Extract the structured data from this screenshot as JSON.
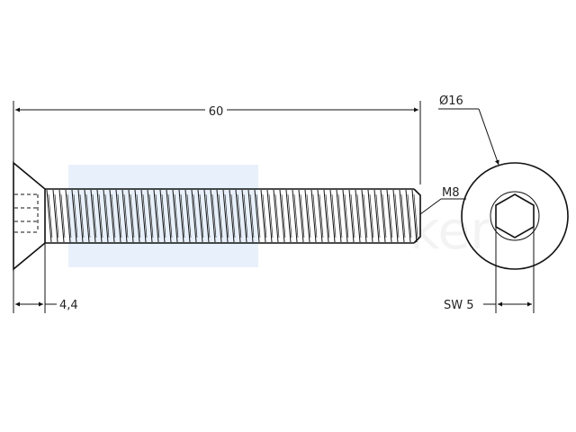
{
  "drawing": {
    "dimensions": {
      "length": "60",
      "head_diameter": "Ø16",
      "thread": "M8",
      "head_height": "4,4",
      "socket_size": "SW 5"
    },
    "watermark": "ker",
    "colors": {
      "line": "#111111",
      "watermark_block": "#e6f0fb"
    }
  }
}
